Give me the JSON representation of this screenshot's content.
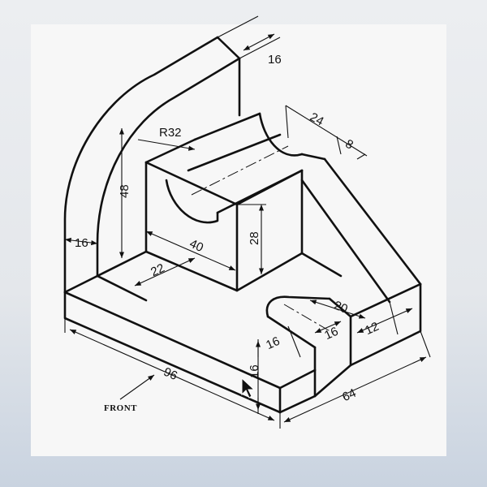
{
  "dimensions": {
    "d16_top": "16",
    "d24": "24",
    "d8": "8",
    "r32": "R32",
    "d48": "48",
    "d16_left": "16",
    "d40": "40",
    "d28": "28",
    "d22": "22",
    "d20": "20",
    "d16_slot": "16",
    "d16_slot2": "16",
    "d12": "12",
    "d16_base": "16",
    "d96": "96",
    "d64": "64"
  },
  "labels": {
    "front": "FRONT"
  },
  "colors": {
    "line": "#111111",
    "paper": "#f7f7f7"
  },
  "icons": {
    "cursor": "mouse-pointer-icon"
  }
}
